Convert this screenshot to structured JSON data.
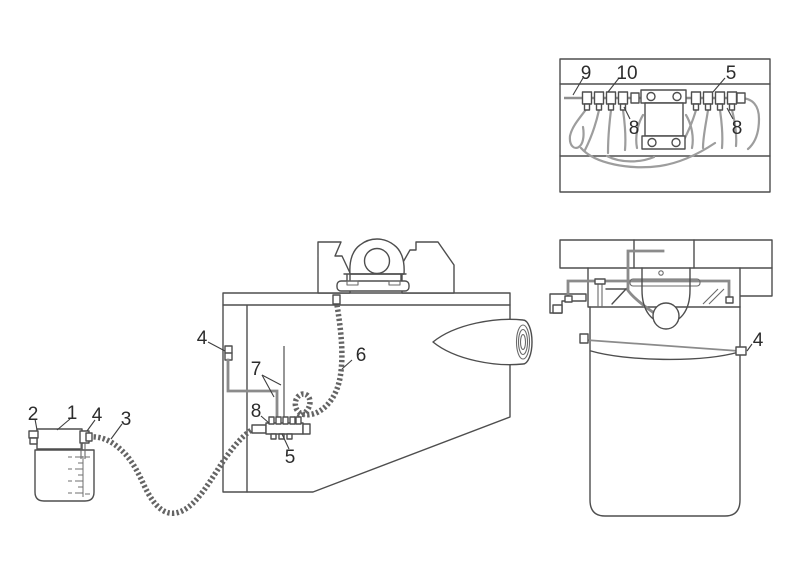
{
  "figure": {
    "kind": "technical-parts-diagram",
    "description": "Machine lubrication system exploded diagram with numbered callouts, oil reservoir with graduations, coiled supply and return hoses, distributor manifold, machine body with bearing mount and roller, plus a top detail inset and a right-side tank view",
    "colors": {
      "background": "#ffffff",
      "outline": "#4e4e4e",
      "gray_pipe": "#8b8b8b",
      "coiled_hose": "#646464",
      "inset_tube": "#9d9d9d",
      "label_text": "#2c2c2c"
    }
  },
  "callouts": [
    {
      "part": "2",
      "target": "reservoir-cap"
    },
    {
      "part": "1",
      "target": "reservoir-lid"
    },
    {
      "part": "4",
      "target": "reservoir-outlet-fitting"
    },
    {
      "part": "3",
      "target": "supply-hose"
    },
    {
      "part": "4",
      "target": "machine-wall-fitting"
    },
    {
      "part": "7",
      "target": "feed-pipes"
    },
    {
      "part": "8",
      "target": "manifold-end-fitting"
    },
    {
      "part": "5",
      "target": "distributor-manifold"
    },
    {
      "part": "6",
      "target": "return-hose"
    },
    {
      "part": "9",
      "target": "inset-supply-tube"
    },
    {
      "part": "10",
      "target": "inset-left-manifold"
    },
    {
      "part": "5",
      "target": "inset-right-manifold"
    },
    {
      "part": "8",
      "target": "inset-left-end-fitting"
    },
    {
      "part": "8",
      "target": "inset-right-end-fitting"
    },
    {
      "part": "4",
      "target": "tank-tube-fitting"
    }
  ]
}
